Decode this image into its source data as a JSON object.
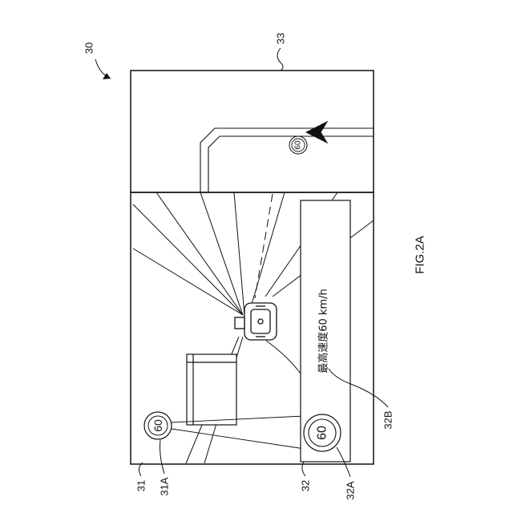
{
  "figure": {
    "ref_main": "30",
    "ref_display": "31",
    "ref_display_sign": "31A",
    "ref_banner": "32",
    "ref_banner_sign": "32A",
    "ref_banner_text": "32B",
    "ref_map": "33",
    "caption": "FIG.2A"
  },
  "signs": {
    "speed_value": "60"
  },
  "banner": {
    "text": "最高速度60 km/h"
  }
}
